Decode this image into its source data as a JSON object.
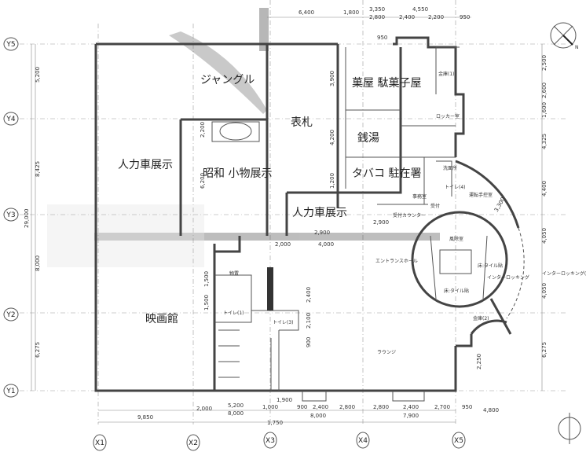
{
  "grid": {
    "x": [
      "X1",
      "X2",
      "X3",
      "X4",
      "X5"
    ],
    "y": [
      "Y5",
      "Y4",
      "Y3",
      "Y2",
      "Y1"
    ]
  },
  "rooms": {
    "jungle": "ジャングル",
    "rickshaw_1": "人力車展示",
    "showa": "昭和 小物展示",
    "nameplate": "表札",
    "candy": "菓屋 駄菓子屋",
    "bathhouse": "銭湯",
    "tobacco": "タバコ 駐在署",
    "rickshaw_2": "人力車展示",
    "cinema": "映画館",
    "entrance": "エントランスホール",
    "lounge": "ラウンジ",
    "office": "事務室",
    "locker": "ロッカー室",
    "safe_1": "金庫(1)",
    "washroom": "洗面所",
    "toilet_4": "トイレ(4)",
    "reception": "受付",
    "driver": "運転手控室",
    "windbreak": "風除室",
    "safe_2": "金庫(2)",
    "toilet_1": "トイレ(1)",
    "toilet_3": "トイレ(3)",
    "storage": "物置",
    "tile_1": "床:タイル貼",
    "tile_2": "床:タイル貼",
    "interlocking": "インターロッキング(歩道)",
    "interlocking_2": "インターロッキング",
    "counter": "受付カウンター",
    "north": "N"
  },
  "dims": {
    "top": [
      "6,400",
      "1,800",
      "3,350",
      "2,800",
      "2,400",
      "4,550",
      "2,200",
      "950",
      "950"
    ],
    "bottom": [
      "2,000",
      "5,200",
      "8,000",
      "1,000",
      "1,900",
      "900",
      "2,400",
      "2,800",
      "2,800",
      "2,400",
      "2,700",
      "950",
      "8,000",
      "7,900",
      "4,800",
      "9,850",
      "1,750"
    ],
    "left": [
      "5,200",
      "8,425",
      "29,000",
      "8,000",
      "6,275"
    ],
    "right": [
      "2,500",
      "2,600",
      "1,600",
      "4,325",
      "4,400",
      "4,050",
      "4,050",
      "6,275",
      "2,250"
    ],
    "inner": [
      "2,900",
      "3,900",
      "4,200",
      "2,200",
      "6,200",
      "2,900",
      "1,500",
      "1,500",
      "2,400",
      "2,100",
      "900",
      "1,200",
      "2,000",
      "4,000",
      "3,300"
    ]
  }
}
